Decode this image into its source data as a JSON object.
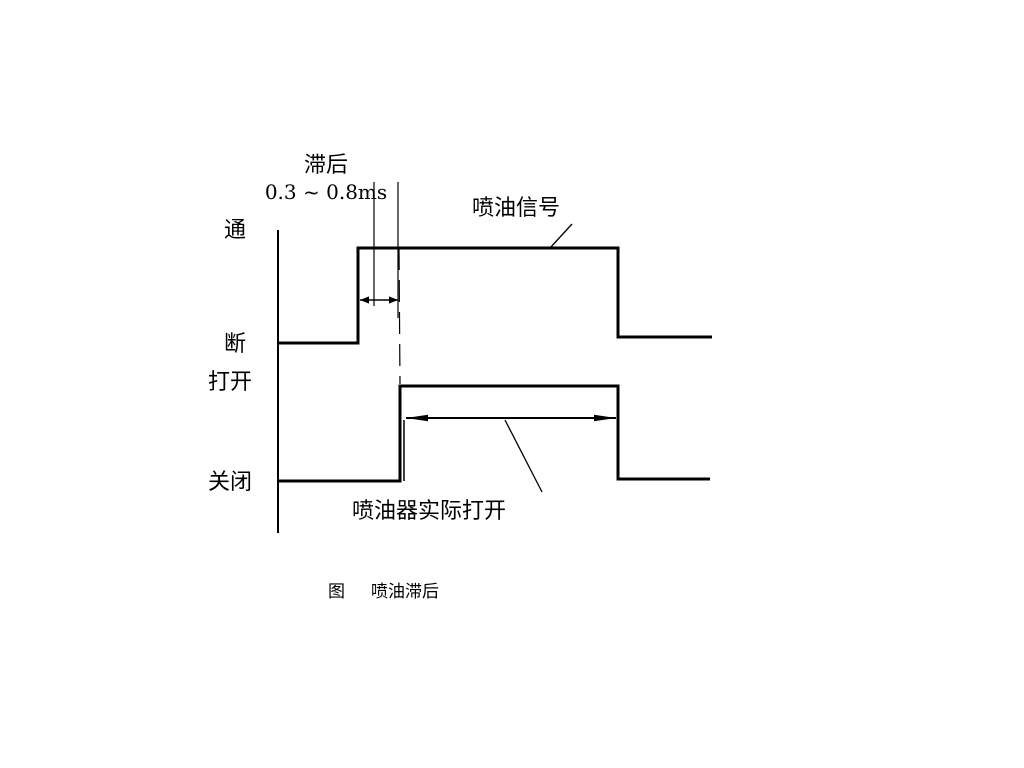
{
  "labels": {
    "lag_title": "滞后",
    "lag_range": "0.3 ~ 0.8ms",
    "signal_on": "通",
    "signal_off": "断",
    "injector_open": "打开",
    "injector_closed": "关闭",
    "injection_signal": "喷油信号",
    "injector_actual_open": "喷油器实际打开"
  },
  "caption": {
    "prefix": "图",
    "title": "喷油滞后"
  },
  "colors": {
    "ink": "#000000",
    "background": "#ffffff"
  }
}
